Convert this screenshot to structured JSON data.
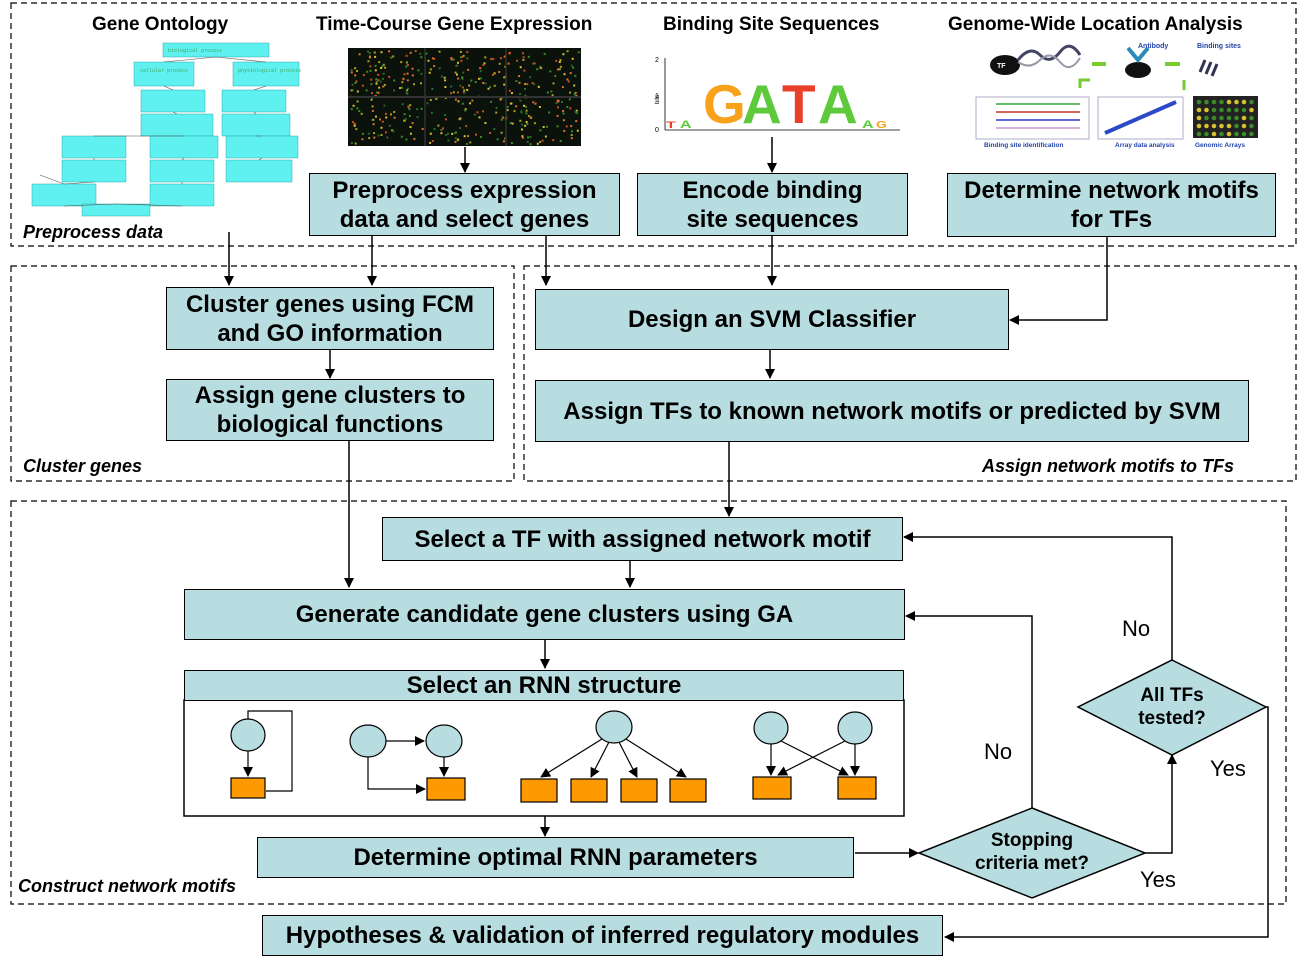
{
  "sources": {
    "gene_ontology": "Gene Ontology",
    "time_course": "Time-Course Gene Expression",
    "binding_sites": "Binding Site Sequences",
    "location_analysis": "Genome-Wide Location Analysis"
  },
  "sections": {
    "preprocess": "Preprocess data",
    "cluster": "Cluster genes",
    "assign": "Assign network motifs to TFs",
    "construct": "Construct network motifs"
  },
  "boxes": {
    "preprocess_expression": "Preprocess expression\ndata and select genes",
    "encode_binding": "Encode binding\nsite sequences",
    "determine_motifs": "Determine network motifs\nfor TFs",
    "cluster_genes": "Cluster genes using FCM\nand GO information",
    "assign_clusters": "Assign gene clusters to\nbiological functions",
    "design_svm": "Design an SVM Classifier",
    "assign_tfs": "Assign TFs to known network motifs or predicted by SVM",
    "select_tf": "Select a TF with assigned network motif",
    "generate_clusters": "Generate candidate gene clusters using GA",
    "select_rnn": "Select an RNN structure",
    "determine_rnn": "Determine optimal RNN parameters",
    "hypotheses": "Hypotheses & validation of inferred regulatory modules"
  },
  "decisions": {
    "all_tfs": "All TFs\ntested?",
    "stopping": "Stopping\ncriteria met?"
  },
  "edge_labels": {
    "no_top": "No",
    "no_mid": "No",
    "yes_right": "Yes",
    "yes_bottom": "Yes"
  },
  "logo": {
    "letters": [
      "G",
      "A",
      "T",
      "A"
    ],
    "colors": {
      "G": "#f7a21b",
      "A": "#5fc93c",
      "T": "#e8402a"
    }
  },
  "location_panel": {
    "antibody": "Antibody",
    "binding_sites": "Binding sites",
    "tf": "TF",
    "binding_id": "Binding site identification",
    "array_analysis": "Array data analysis",
    "genomic_arrays": "Genomic Arrays"
  },
  "colors": {
    "box_fill": "#b7dde0",
    "node_fill": "#b7dde0",
    "gene_fill": "#ff9900"
  }
}
